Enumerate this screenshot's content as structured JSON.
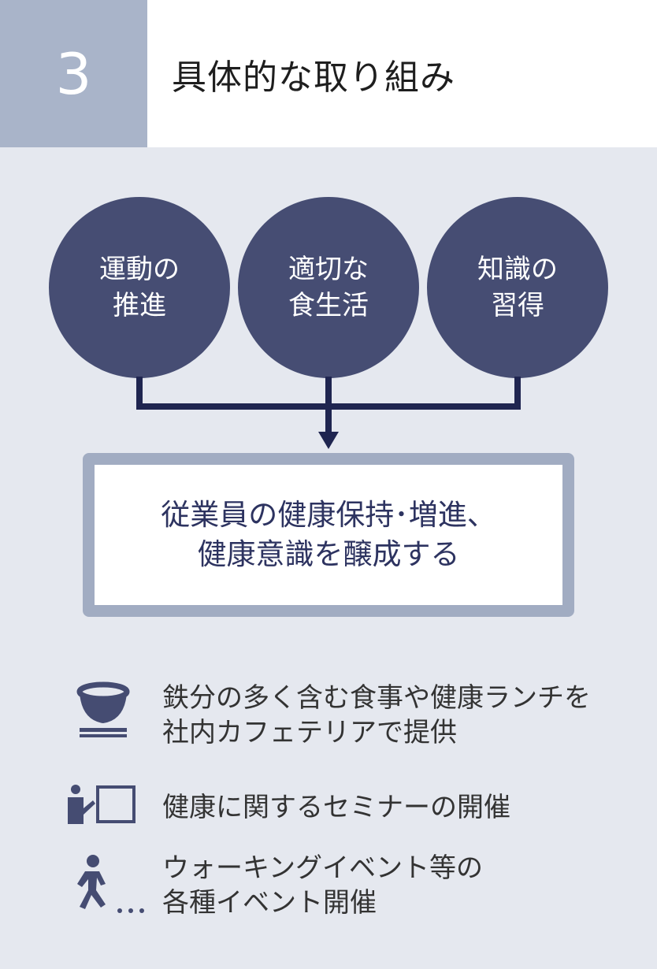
{
  "header": {
    "number": "3",
    "title": "具体的な取り組み"
  },
  "circles": [
    {
      "line1": "運動の",
      "line2": "推進"
    },
    {
      "line1": "適切な",
      "line2": "食生活"
    },
    {
      "line1": "知識の",
      "line2": "習得"
    }
  ],
  "result": {
    "line1": "従業員の健康保持･増進、",
    "line2": "健康意識を醸成する"
  },
  "items": [
    {
      "icon": "rice-bowl-icon",
      "line1": "鉄分の多く含む食事や健康ランチを",
      "line2": "社内カフェテリアで提供"
    },
    {
      "icon": "presenter-icon",
      "line1": "健康に関するセミナーの開催"
    },
    {
      "icon": "walking-person-icon",
      "line1": "ウォーキングイベント等の",
      "line2": "各種イベント開催"
    }
  ],
  "colors": {
    "number_bg": "#a9b4c9",
    "panel_bg": "#e5e8ef",
    "circle_fill": "#464d73",
    "connector": "#1f2550",
    "result_border": "#a1acc2",
    "result_text": "#2d3360",
    "icon": "#454c72"
  }
}
